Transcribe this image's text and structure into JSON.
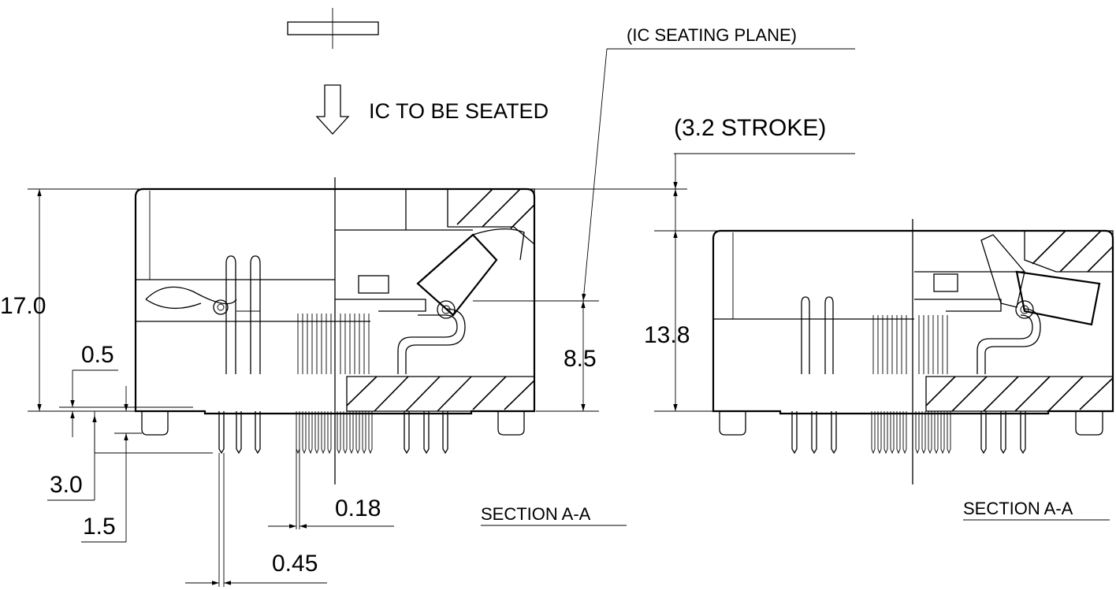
{
  "labels": {
    "ic_seating_plane": "(IC SEATING PLANE)",
    "ic_to_be_seated": "IC TO BE SEATED",
    "stroke": "(3.2 STROKE)",
    "section_left": "SECTION A-A",
    "section_right": "SECTION A-A"
  },
  "dimensions": {
    "height_total": "17.0",
    "height_right": "13.8",
    "seating_height": "8.5",
    "standoff": "0.5",
    "pin_length": "3.0",
    "post_length": "1.5",
    "pin_width_small": "0.18",
    "pin_width_large": "0.45"
  }
}
